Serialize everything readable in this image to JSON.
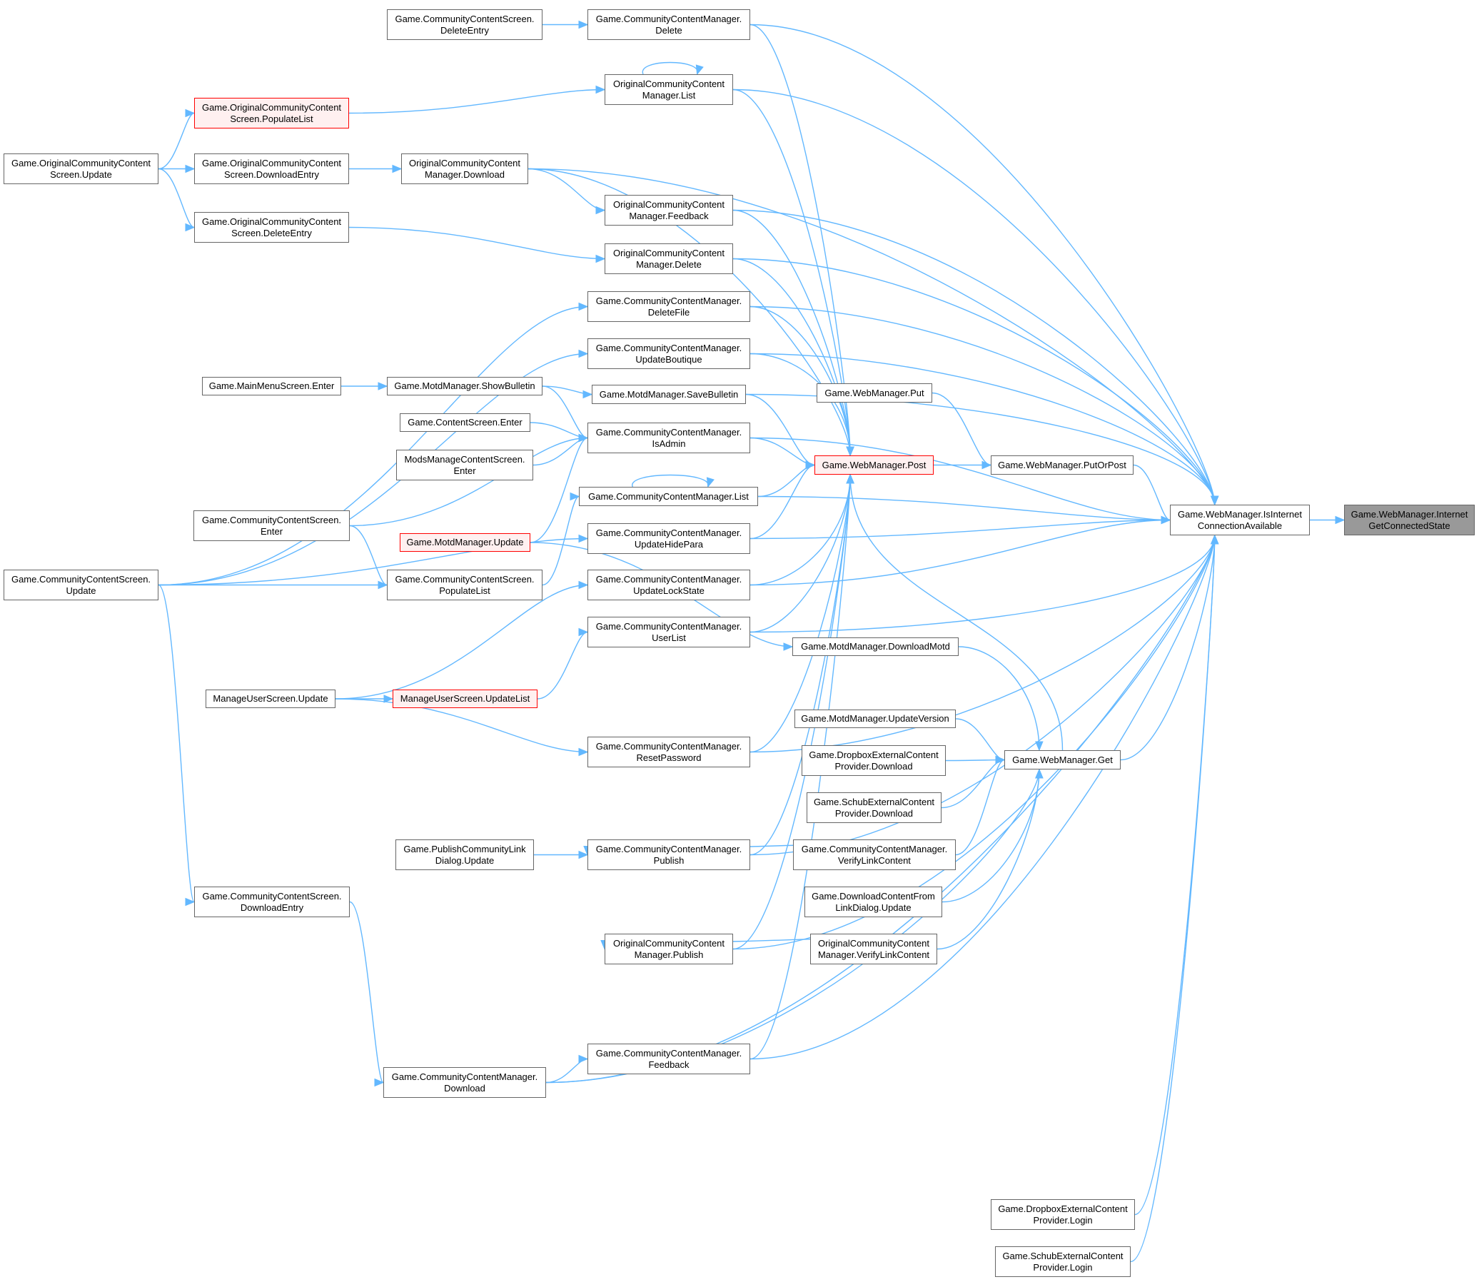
{
  "diagram": {
    "type": "caller-graph",
    "edge_color": "#63b8ff",
    "highlight_border_color": "#ff0000",
    "root_fill_color": "#999999",
    "nodes": [
      {
        "id": "ccs_deleteentry",
        "label": "Game.CommunityContentScreen.\nDeleteEntry",
        "style": "normal"
      },
      {
        "id": "ccm_delete",
        "label": "Game.CommunityContentManager.\nDelete",
        "style": "normal"
      },
      {
        "id": "occm_list",
        "label": "OriginalCommunityContent\nManager.List",
        "style": "normal"
      },
      {
        "id": "occs_populatelist",
        "label": "Game.OriginalCommunityContent\nScreen.PopulateList",
        "style": "red"
      },
      {
        "id": "occs_update",
        "label": "Game.OriginalCommunityContent\nScreen.Update",
        "style": "normal"
      },
      {
        "id": "occs_downloadentry",
        "label": "Game.OriginalCommunityContent\nScreen.DownloadEntry",
        "style": "normal"
      },
      {
        "id": "occm_download",
        "label": "OriginalCommunityContent\nManager.Download",
        "style": "normal"
      },
      {
        "id": "occm_feedback",
        "label": "OriginalCommunityContent\nManager.Feedback",
        "style": "normal"
      },
      {
        "id": "occs_deleteentry",
        "label": "Game.OriginalCommunityContent\nScreen.DeleteEntry",
        "style": "normal"
      },
      {
        "id": "occm_delete",
        "label": "OriginalCommunityContent\nManager.Delete",
        "style": "normal"
      },
      {
        "id": "ccm_deletefile",
        "label": "Game.CommunityContentManager.\nDeleteFile",
        "style": "normal"
      },
      {
        "id": "ccm_updateboutique",
        "label": "Game.CommunityContentManager.\nUpdateBoutique",
        "style": "normal"
      },
      {
        "id": "mainmenu_enter",
        "label": "Game.MainMenuScreen.Enter",
        "style": "normal"
      },
      {
        "id": "motd_showbulletin",
        "label": "Game.MotdManager.ShowBulletin",
        "style": "normal"
      },
      {
        "id": "motd_savebulletin",
        "label": "Game.MotdManager.SaveBulletin",
        "style": "normal"
      },
      {
        "id": "contentscreen_enter",
        "label": "Game.ContentScreen.Enter",
        "style": "normal"
      },
      {
        "id": "ccm_isadmin",
        "label": "Game.CommunityContentManager.\nIsAdmin",
        "style": "normal"
      },
      {
        "id": "mods_enter",
        "label": "ModsManageContentScreen.\nEnter",
        "style": "normal"
      },
      {
        "id": "wm_put",
        "label": "Game.WebManager.Put",
        "style": "normal"
      },
      {
        "id": "wm_post",
        "label": "Game.WebManager.Post",
        "style": "red"
      },
      {
        "id": "wm_putorpost",
        "label": "Game.WebManager.PutOrPost",
        "style": "normal"
      },
      {
        "id": "ccm_list",
        "label": "Game.CommunityContentManager.List",
        "style": "normal"
      },
      {
        "id": "ccs_enter",
        "label": "Game.CommunityContentScreen.\nEnter",
        "style": "normal"
      },
      {
        "id": "motd_update",
        "label": "Game.MotdManager.Update",
        "style": "red"
      },
      {
        "id": "ccm_updatehidepara",
        "label": "Game.CommunityContentManager.\nUpdateHidePara",
        "style": "normal"
      },
      {
        "id": "ccs_update",
        "label": "Game.CommunityContentScreen.\nUpdate",
        "style": "normal"
      },
      {
        "id": "ccs_populatelist",
        "label": "Game.CommunityContentScreen.\nPopulateList",
        "style": "normal"
      },
      {
        "id": "ccm_updatelockstate",
        "label": "Game.CommunityContentManager.\nUpdateLockState",
        "style": "normal"
      },
      {
        "id": "wm_isinternet",
        "label": "Game.WebManager.IsInternet\nConnectionAvailable",
        "style": "normal"
      },
      {
        "id": "wm_internetgetconnected",
        "label": "Game.WebManager.Internet\nGetConnectedState",
        "style": "root"
      },
      {
        "id": "ccm_userlist",
        "label": "Game.CommunityContentManager.\nUserList",
        "style": "normal"
      },
      {
        "id": "motd_downloadmotd",
        "label": "Game.MotdManager.DownloadMotd",
        "style": "normal"
      },
      {
        "id": "mus_update",
        "label": "ManageUserScreen.Update",
        "style": "normal"
      },
      {
        "id": "mus_updatelist",
        "label": "ManageUserScreen.UpdateList",
        "style": "red"
      },
      {
        "id": "motd_updateversion",
        "label": "Game.MotdManager.UpdateVersion",
        "style": "normal"
      },
      {
        "id": "ccm_resetpassword",
        "label": "Game.CommunityContentManager.\nResetPassword",
        "style": "normal"
      },
      {
        "id": "dropbox_download",
        "label": "Game.DropboxExternalContent\nProvider.Download",
        "style": "normal"
      },
      {
        "id": "wm_get",
        "label": "Game.WebManager.Get",
        "style": "normal"
      },
      {
        "id": "schub_download",
        "label": "Game.SchubExternalContent\nProvider.Download",
        "style": "normal"
      },
      {
        "id": "publishlink_update",
        "label": "Game.PublishCommunityLink\nDialog.Update",
        "style": "normal"
      },
      {
        "id": "ccm_publish",
        "label": "Game.CommunityContentManager.\nPublish",
        "style": "normal"
      },
      {
        "id": "ccm_verifylink",
        "label": "Game.CommunityContentManager.\nVerifyLinkContent",
        "style": "normal"
      },
      {
        "id": "ccs_downloadentry",
        "label": "Game.CommunityContentScreen.\nDownloadEntry",
        "style": "normal"
      },
      {
        "id": "dlfromlink_update",
        "label": "Game.DownloadContentFrom\nLinkDialog.Update",
        "style": "normal"
      },
      {
        "id": "occm_publish",
        "label": "OriginalCommunityContent\nManager.Publish",
        "style": "normal"
      },
      {
        "id": "occm_verifylink",
        "label": "OriginalCommunityContent\nManager.VerifyLinkContent",
        "style": "normal"
      },
      {
        "id": "ccm_feedback",
        "label": "Game.CommunityContentManager.\nFeedback",
        "style": "normal"
      },
      {
        "id": "ccm_download",
        "label": "Game.CommunityContentManager.\nDownload",
        "style": "normal"
      },
      {
        "id": "dropbox_login",
        "label": "Game.DropboxExternalContent\nProvider.Login",
        "style": "normal"
      },
      {
        "id": "schub_login",
        "label": "Game.SchubExternalContent\nProvider.Login",
        "style": "normal"
      }
    ],
    "edges": [
      [
        "wm_isinternet",
        "wm_internetgetconnected"
      ],
      [
        "ccs_deleteentry",
        "ccm_delete"
      ],
      [
        "occm_list",
        "occm_list"
      ],
      [
        "occs_populatelist",
        "occm_list"
      ],
      [
        "occs_update",
        "occs_populatelist"
      ],
      [
        "occs_update",
        "occs_downloadentry"
      ],
      [
        "occs_update",
        "occs_deleteentry"
      ],
      [
        "occs_downloadentry",
        "occm_download"
      ],
      [
        "occm_download",
        "occm_feedback"
      ],
      [
        "occs_deleteentry",
        "occm_delete"
      ],
      [
        "ccs_update",
        "ccm_deletefile"
      ],
      [
        "ccs_update",
        "ccm_updateboutique"
      ],
      [
        "mainmenu_enter",
        "motd_showbulletin"
      ],
      [
        "motd_showbulletin",
        "motd_savebulletin"
      ],
      [
        "motd_showbulletin",
        "ccm_isadmin"
      ],
      [
        "contentscreen_enter",
        "ccm_isadmin"
      ],
      [
        "mods_enter",
        "ccm_isadmin"
      ],
      [
        "ccs_enter",
        "ccm_isadmin"
      ],
      [
        "motd_update",
        "ccm_isadmin"
      ],
      [
        "ccs_enter",
        "ccs_populatelist"
      ],
      [
        "ccs_update",
        "ccs_populatelist"
      ],
      [
        "ccs_populatelist",
        "ccm_list"
      ],
      [
        "ccm_list",
        "ccm_list"
      ],
      [
        "ccs_update",
        "ccm_updatehidepara"
      ],
      [
        "mus_update",
        "ccm_updatelockstate"
      ],
      [
        "mus_updatelist",
        "ccm_userlist"
      ],
      [
        "mus_update",
        "mus_updatelist"
      ],
      [
        "mus_update",
        "ccm_resetpassword"
      ],
      [
        "motd_update",
        "motd_downloadmotd"
      ],
      [
        "publishlink_update",
        "ccm_publish"
      ],
      [
        "ccm_verifylink",
        "ccm_publish"
      ],
      [
        "occm_verifylink",
        "occm_publish"
      ],
      [
        "ccs_update",
        "ccs_downloadentry"
      ],
      [
        "ccs_downloadentry",
        "ccm_download"
      ],
      [
        "ccm_download",
        "ccm_feedback"
      ],
      [
        "wm_put",
        "wm_putorpost"
      ],
      [
        "wm_post",
        "wm_putorpost"
      ],
      [
        "wm_putorpost",
        "wm_isinternet"
      ],
      [
        "wm_get",
        "wm_isinternet"
      ],
      [
        "wm_get",
        "wm_post"
      ],
      [
        "motd_downloadmotd",
        "wm_get"
      ],
      [
        "motd_updateversion",
        "wm_get"
      ],
      [
        "dropbox_download",
        "wm_get"
      ],
      [
        "schub_download",
        "wm_get"
      ],
      [
        "ccm_verifylink",
        "wm_get"
      ],
      [
        "dlfromlink_update",
        "wm_get"
      ],
      [
        "occm_verifylink",
        "wm_get"
      ],
      [
        "ccm_download",
        "wm_get"
      ],
      [
        "ccm_feedback",
        "wm_post"
      ],
      [
        "occm_publish",
        "wm_post"
      ],
      [
        "ccm_publish",
        "wm_post"
      ],
      [
        "ccm_resetpassword",
        "wm_post"
      ],
      [
        "ccm_userlist",
        "wm_post"
      ],
      [
        "ccm_updatelockstate",
        "wm_post"
      ],
      [
        "ccm_updatehidepara",
        "wm_post"
      ],
      [
        "ccm_list",
        "wm_post"
      ],
      [
        "ccm_isadmin",
        "wm_post"
      ],
      [
        "motd_savebulletin",
        "wm_post"
      ],
      [
        "ccm_updateboutique",
        "wm_post"
      ],
      [
        "ccm_deletefile",
        "wm_post"
      ],
      [
        "occm_delete",
        "wm_post"
      ],
      [
        "occm_feedback",
        "wm_post"
      ],
      [
        "occm_download",
        "wm_post"
      ],
      [
        "occm_list",
        "wm_post"
      ],
      [
        "ccm_delete",
        "wm_post"
      ],
      [
        "ccm_delete",
        "wm_isinternet"
      ],
      [
        "occm_list",
        "wm_isinternet"
      ],
      [
        "occm_download",
        "wm_isinternet"
      ],
      [
        "occm_feedback",
        "wm_isinternet"
      ],
      [
        "occm_delete",
        "wm_isinternet"
      ],
      [
        "ccm_deletefile",
        "wm_isinternet"
      ],
      [
        "ccm_updateboutique",
        "wm_isinternet"
      ],
      [
        "motd_savebulletin",
        "wm_isinternet"
      ],
      [
        "ccm_isadmin",
        "wm_isinternet"
      ],
      [
        "ccm_list",
        "wm_isinternet"
      ],
      [
        "ccm_updatehidepara",
        "wm_isinternet"
      ],
      [
        "ccm_updatelockstate",
        "wm_isinternet"
      ],
      [
        "ccm_userlist",
        "wm_isinternet"
      ],
      [
        "ccm_resetpassword",
        "wm_isinternet"
      ],
      [
        "ccm_publish",
        "wm_isinternet"
      ],
      [
        "occm_publish",
        "wm_isinternet"
      ],
      [
        "ccm_feedback",
        "wm_isinternet"
      ],
      [
        "ccm_download",
        "wm_isinternet"
      ],
      [
        "dropbox_login",
        "wm_isinternet"
      ],
      [
        "schub_login",
        "wm_isinternet"
      ]
    ]
  }
}
